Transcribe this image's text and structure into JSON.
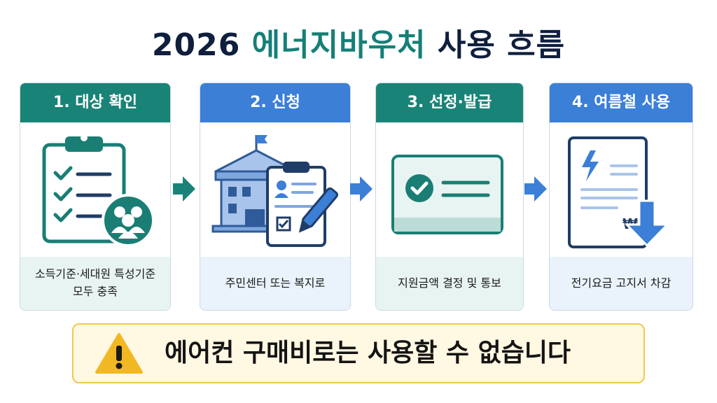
{
  "title": {
    "year": "2026",
    "highlight": "에너지바우처",
    "rest": "사용 흐름"
  },
  "steps": [
    {
      "label": "1. 대상 확인",
      "desc_line1": "소득기준·세대원 특성기준",
      "desc_line2": "모두 충족"
    },
    {
      "label": "2. 신청",
      "desc_line1": "주민센터 또는 복지로",
      "desc_line2": ""
    },
    {
      "label": "3. 선정·발급",
      "desc_line1": "지원금액 결정 및 통보",
      "desc_line2": ""
    },
    {
      "label": "4. 여름철 사용",
      "desc_line1": "전기요금 고지서 차감",
      "desc_line2": ""
    }
  ],
  "bill_symbol": "₩",
  "warning": {
    "text": "에어컨 구매비로는 사용할 수 없습니다"
  },
  "colors": {
    "teal": "#1a8377",
    "blue": "#3b7fd6",
    "warning_border": "#f1c84c"
  }
}
